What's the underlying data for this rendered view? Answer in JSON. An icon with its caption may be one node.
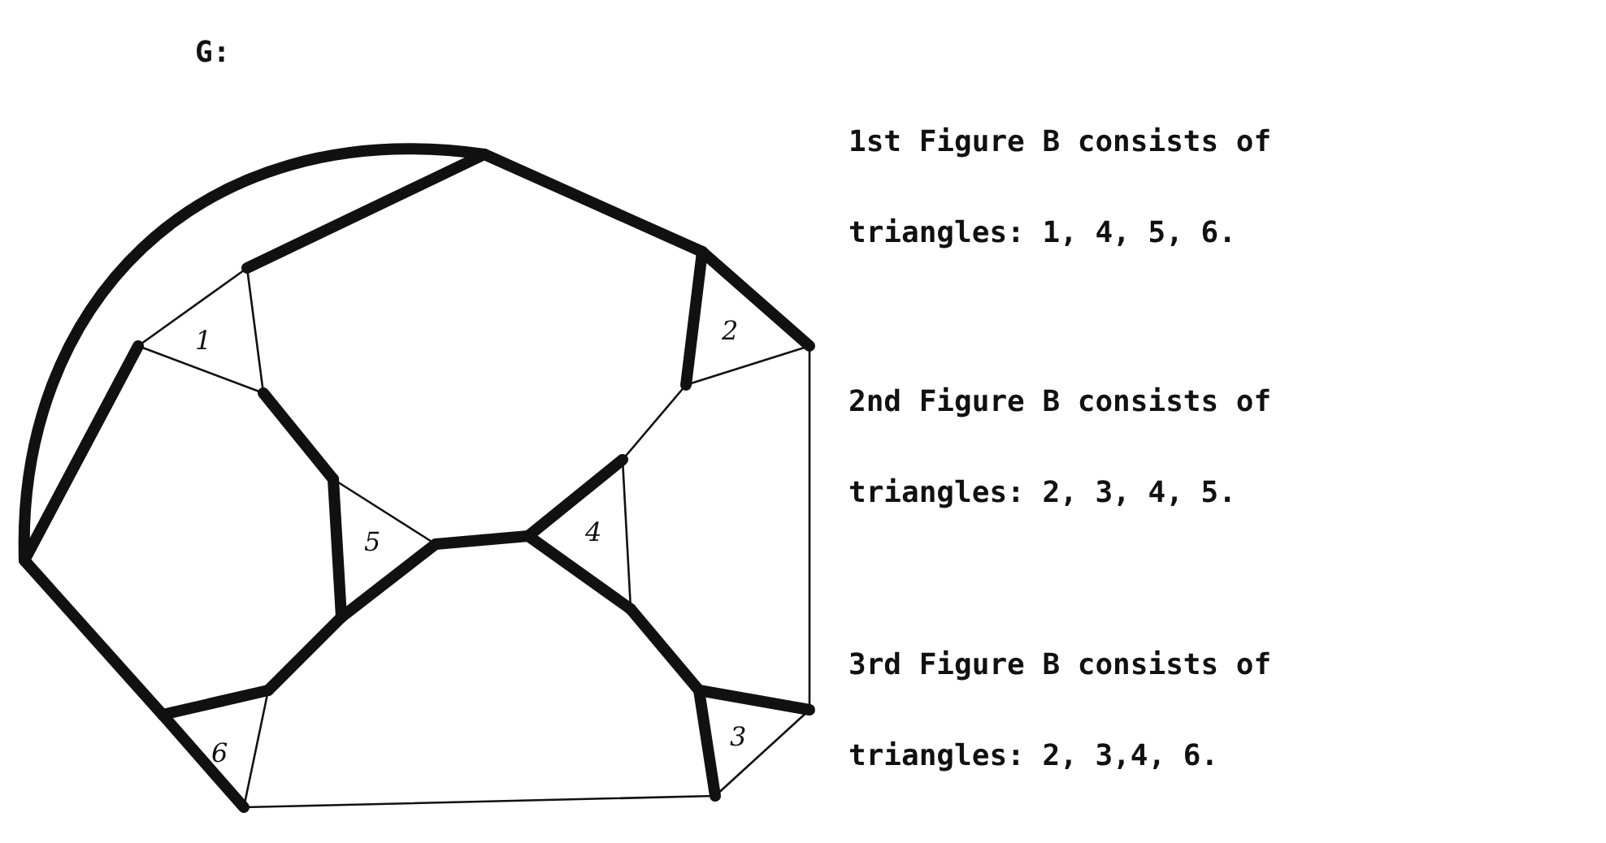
{
  "diagram": {
    "labels": [
      "G:",
      "1st Figure B consists of triangles: 1, 4, 5, 6.",
      "1",
      "2",
      "2nd Figure B consists of triangles: 2, 3, 4, 5.",
      "5",
      "4",
      "6",
      "3",
      "3rd Figure B consists of triangles: 2, 3,4, 6."
    ]
  }
}
